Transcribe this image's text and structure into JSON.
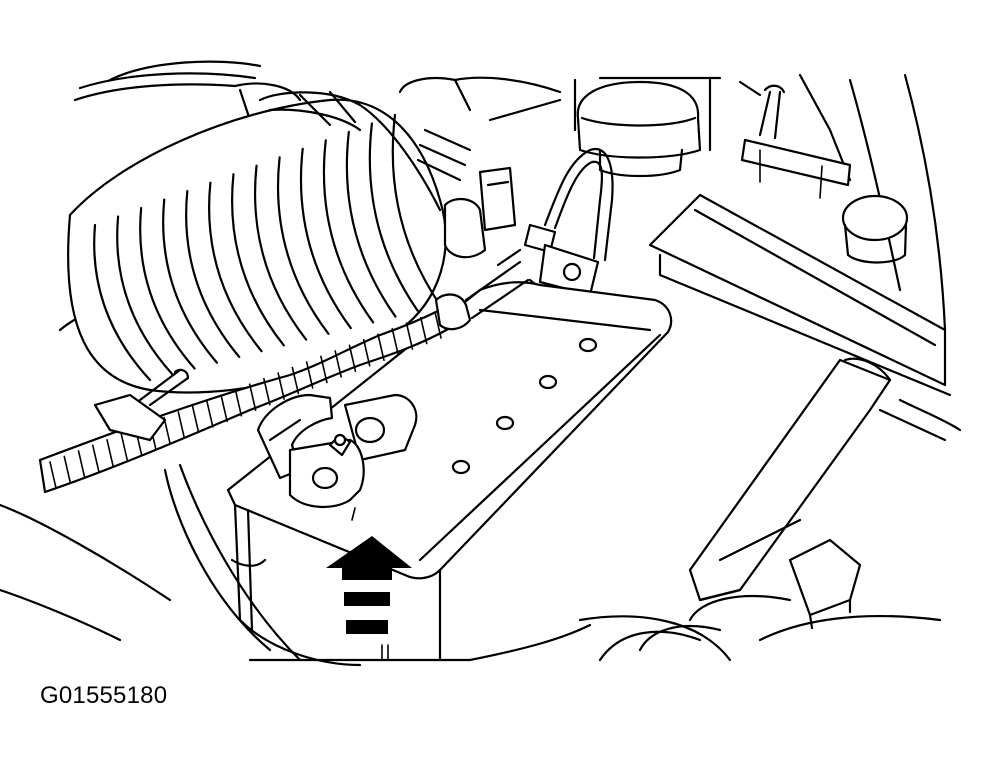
{
  "figure": {
    "id_label": "G01555180"
  },
  "colors": {
    "ink": "#000000",
    "paper": "#ffffff"
  },
  "callouts": {
    "arrow_direction": "up",
    "arrow_style": "solid-head-with-dashed-tail"
  }
}
